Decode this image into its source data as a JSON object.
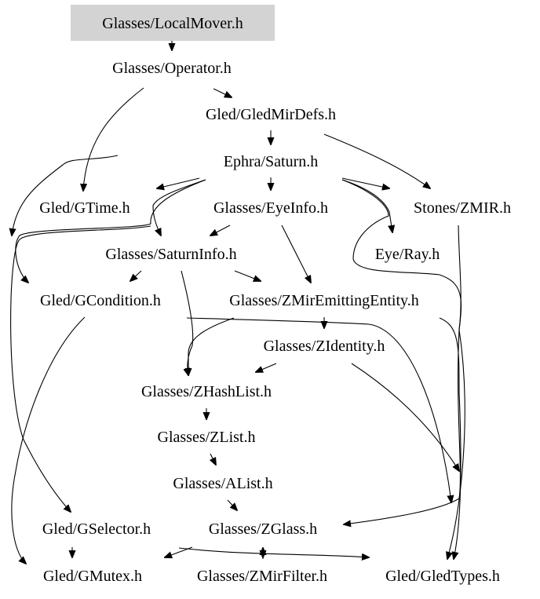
{
  "diagram": {
    "type": "include-dependency-graph",
    "colors": {
      "root_fill": "#d3d3d3",
      "edge": "#000000",
      "text": "#000000",
      "background": "#ffffff"
    },
    "nodes": [
      {
        "id": "LocalMover",
        "label": "Glasses/LocalMover.h",
        "root": true
      },
      {
        "id": "Operator",
        "label": "Glasses/Operator.h"
      },
      {
        "id": "GledMirDefs",
        "label": "Gled/GledMirDefs.h"
      },
      {
        "id": "Saturn",
        "label": "Ephra/Saturn.h"
      },
      {
        "id": "GTime",
        "label": "Gled/GTime.h"
      },
      {
        "id": "EyeInfo",
        "label": "Glasses/EyeInfo.h"
      },
      {
        "id": "ZMIR",
        "label": "Stones/ZMIR.h"
      },
      {
        "id": "SaturnInfo",
        "label": "Glasses/SaturnInfo.h"
      },
      {
        "id": "Ray",
        "label": "Eye/Ray.h"
      },
      {
        "id": "GCondition",
        "label": "Gled/GCondition.h"
      },
      {
        "id": "ZMirEmittingEntity",
        "label": "Glasses/ZMirEmittingEntity.h"
      },
      {
        "id": "ZIdentity",
        "label": "Glasses/ZIdentity.h"
      },
      {
        "id": "ZHashList",
        "label": "Glasses/ZHashList.h"
      },
      {
        "id": "ZList",
        "label": "Glasses/ZList.h"
      },
      {
        "id": "AList",
        "label": "Glasses/AList.h"
      },
      {
        "id": "GSelector",
        "label": "Gled/GSelector.h"
      },
      {
        "id": "ZGlass",
        "label": "Glasses/ZGlass.h"
      },
      {
        "id": "GMutex",
        "label": "Gled/GMutex.h"
      },
      {
        "id": "ZMirFilter",
        "label": "Glasses/ZMirFilter.h"
      },
      {
        "id": "GledTypes",
        "label": "Gled/GledTypes.h"
      }
    ],
    "edges": [
      {
        "from": "LocalMover",
        "to": "Operator"
      },
      {
        "from": "Operator",
        "to": "GledMirDefs"
      },
      {
        "from": "Operator",
        "to": "GTime"
      },
      {
        "from": "Operator",
        "to": "ZGlass"
      },
      {
        "from": "GledMirDefs",
        "to": "Saturn"
      },
      {
        "from": "GledMirDefs",
        "to": "ZMIR"
      },
      {
        "from": "Saturn",
        "to": "GTime"
      },
      {
        "from": "Saturn",
        "to": "EyeInfo"
      },
      {
        "from": "Saturn",
        "to": "ZMIR"
      },
      {
        "from": "Saturn",
        "to": "Ray"
      },
      {
        "from": "Saturn",
        "to": "SaturnInfo"
      },
      {
        "from": "Saturn",
        "to": "GCondition"
      },
      {
        "from": "Saturn",
        "to": "GSelector"
      },
      {
        "from": "Saturn",
        "to": "GledTypes"
      },
      {
        "from": "EyeInfo",
        "to": "SaturnInfo"
      },
      {
        "from": "EyeInfo",
        "to": "ZMirEmittingEntity"
      },
      {
        "from": "SaturnInfo",
        "to": "GCondition"
      },
      {
        "from": "SaturnInfo",
        "to": "ZMirEmittingEntity"
      },
      {
        "from": "SaturnInfo",
        "to": "ZHashList"
      },
      {
        "from": "ZMirEmittingEntity",
        "to": "ZIdentity"
      },
      {
        "from": "ZMirEmittingEntity",
        "to": "ZHashList"
      },
      {
        "from": "ZIdentity",
        "to": "ZHashList"
      },
      {
        "from": "ZIdentity",
        "to": "GledTypes"
      },
      {
        "from": "ZHashList",
        "to": "ZList"
      },
      {
        "from": "ZList",
        "to": "AList"
      },
      {
        "from": "AList",
        "to": "ZGlass"
      },
      {
        "from": "GCondition",
        "to": "GMutex"
      },
      {
        "from": "GCondition",
        "to": "GledTypes"
      },
      {
        "from": "GSelector",
        "to": "GMutex"
      },
      {
        "from": "ZGlass",
        "to": "GMutex"
      },
      {
        "from": "ZGlass",
        "to": "ZMirFilter"
      },
      {
        "from": "ZGlass",
        "to": "GledTypes"
      },
      {
        "from": "ZMirFilter",
        "to": "ZGlass"
      },
      {
        "from": "Ray",
        "to": "GledTypes"
      },
      {
        "from": "ZMIR",
        "to": "ZGlass"
      }
    ]
  }
}
